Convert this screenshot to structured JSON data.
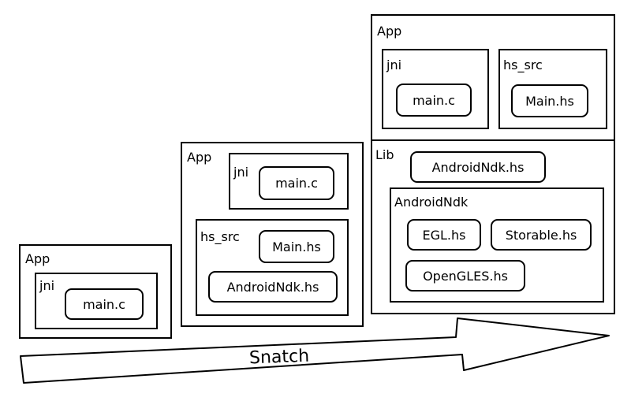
{
  "stage1": {
    "app_label": "App",
    "jni_label": "jni",
    "main_c": "main.c"
  },
  "stage2": {
    "app_label": "App",
    "jni_label": "jni",
    "main_c": "main.c",
    "hs_src_label": "hs_src",
    "main_hs": "Main.hs",
    "android_ndk_hs": "AndroidNdk.hs"
  },
  "stage3": {
    "app_label": "App",
    "jni_label": "jni",
    "main_c": "main.c",
    "hs_src_label": "hs_src",
    "main_hs": "Main.hs",
    "lib_label": "Lib",
    "android_ndk_hs": "AndroidNdk.hs",
    "android_ndk_folder_label": "AndroidNdk",
    "egl_hs": "EGL.hs",
    "storable_hs": "Storable.hs",
    "opengles_hs": "OpenGLES.hs"
  },
  "arrow": {
    "label": "Snatch"
  }
}
